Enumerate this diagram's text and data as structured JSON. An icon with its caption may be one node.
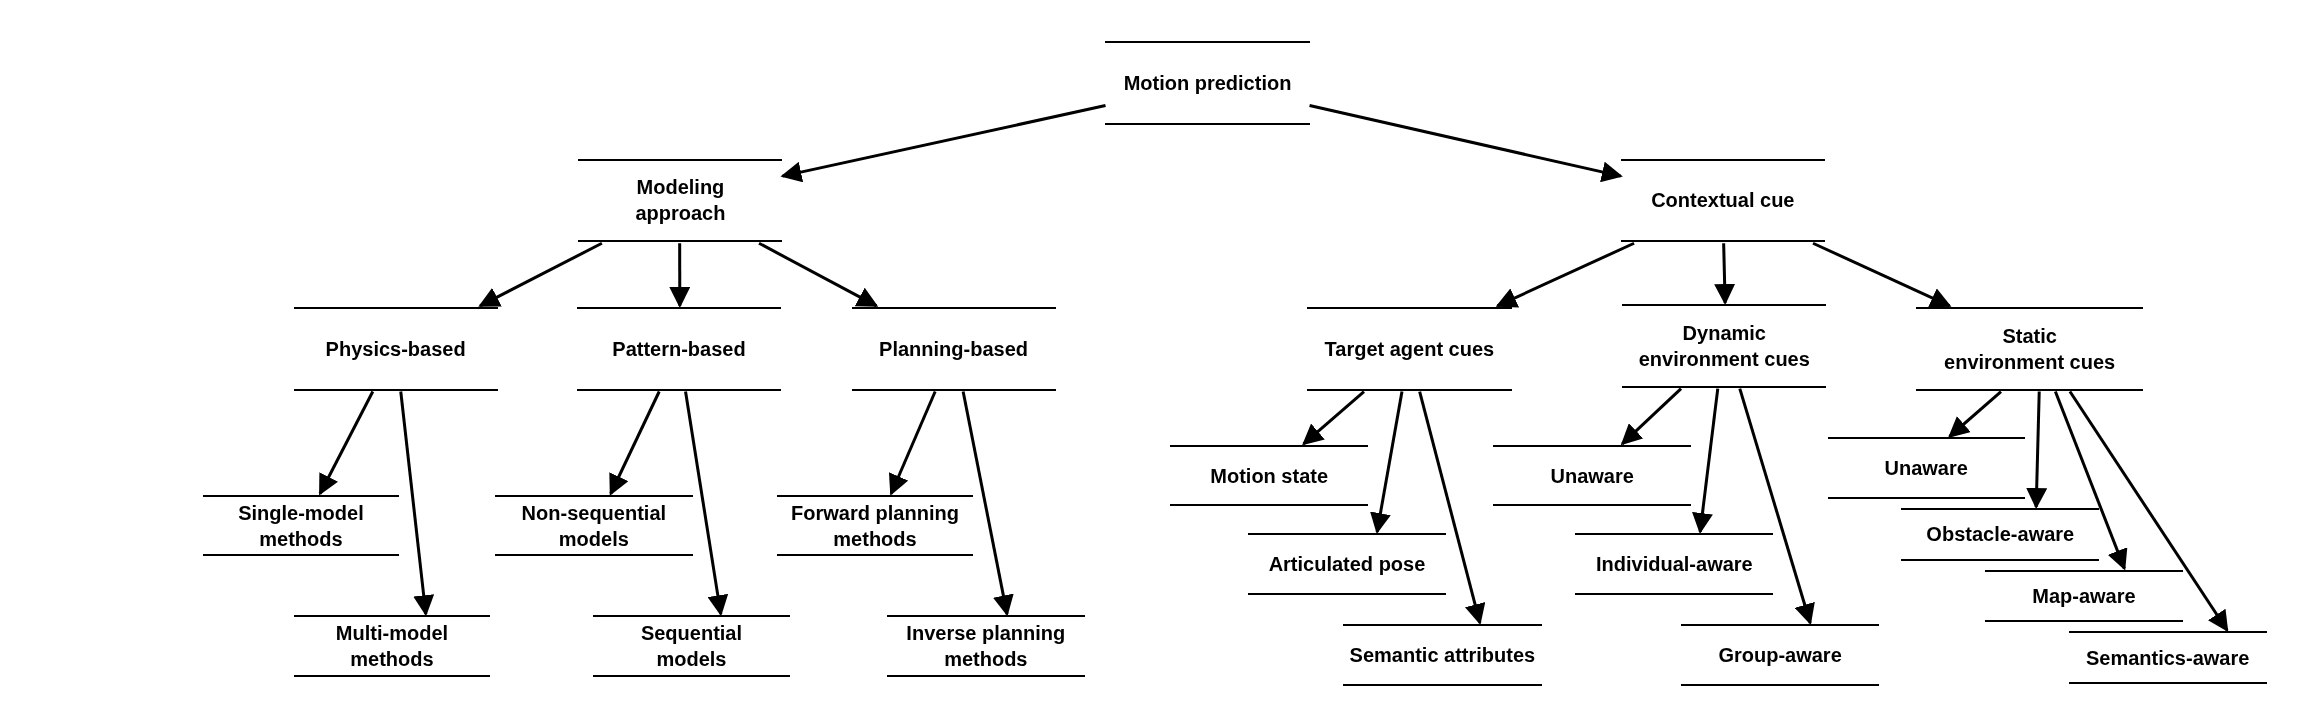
{
  "diagram": {
    "nodes": [
      {
        "text": [
          "Motion prediction"
        ]
      },
      {
        "text": [
          "Modeling approach"
        ]
      },
      {
        "text": [
          "Contextual cue"
        ]
      },
      {
        "text": [
          "Physics-based"
        ]
      },
      {
        "text": [
          "Pattern-based"
        ]
      },
      {
        "text": [
          "Planning-based"
        ]
      },
      {
        "text": [
          "Target agent cues"
        ]
      },
      {
        "text": [
          "Dynamic environment cues"
        ]
      },
      {
        "text": [
          "Static environment cues"
        ]
      },
      {
        "text": [
          "Single-model methods"
        ]
      },
      {
        "text": [
          "Multi-model methods"
        ]
      },
      {
        "text": [
          "Non-sequential models"
        ]
      },
      {
        "text": [
          "Sequential models"
        ]
      },
      {
        "text": [
          "Forward planning methods"
        ]
      },
      {
        "text": [
          "Inverse planning methods"
        ]
      },
      {
        "text": [
          "Motion state"
        ]
      },
      {
        "text": [
          "Articulated pose"
        ]
      },
      {
        "text": [
          "Semantic attributes"
        ]
      },
      {
        "text": [
          "Unaware"
        ]
      },
      {
        "text": [
          "Individual-aware"
        ]
      },
      {
        "text": [
          "Group-aware"
        ]
      },
      {
        "text": [
          "Unaware"
        ]
      },
      {
        "text": [
          "Obstacle-aware"
        ]
      },
      {
        "text": [
          "Map-aware"
        ]
      },
      {
        "text": [
          "Semantics-aware"
        ]
      }
    ],
    "edges": [
      {
        "from": 0,
        "to": 1,
        "arrow": "to"
      },
      {
        "from": 0,
        "to": 2,
        "arrow": "to"
      },
      {
        "from": 1,
        "to": 3,
        "arrow": "to"
      },
      {
        "from": 1,
        "to": 4,
        "arrow": "to"
      },
      {
        "from": 1,
        "to": 5,
        "arrow": "to"
      },
      {
        "from": 2,
        "to": 6,
        "arrow": "to"
      },
      {
        "from": 2,
        "to": 7,
        "arrow": "to"
      },
      {
        "from": 2,
        "to": 8,
        "arrow": "to"
      },
      {
        "from": 3,
        "to": 9,
        "arrow": "to"
      },
      {
        "from": 3,
        "to": 10,
        "arrow": "to"
      },
      {
        "from": 4,
        "to": 11,
        "arrow": "to"
      },
      {
        "from": 4,
        "to": 12,
        "arrow": "to"
      },
      {
        "from": 5,
        "to": 13,
        "arrow": "to"
      },
      {
        "from": 5,
        "to": 14,
        "arrow": "to"
      },
      {
        "from": 6,
        "to": 15,
        "arrow": "to"
      },
      {
        "from": 6,
        "to": 16,
        "arrow": "to"
      },
      {
        "from": 6,
        "to": 17,
        "arrow": "to"
      },
      {
        "from": 7,
        "to": 18,
        "arrow": "to"
      },
      {
        "from": 7,
        "to": 19,
        "arrow": "to"
      },
      {
        "from": 7,
        "to": 20,
        "arrow": "to"
      },
      {
        "from": 8,
        "to": 21,
        "arrow": "to"
      },
      {
        "from": 8,
        "to": 22,
        "arrow": "to"
      },
      {
        "from": 8,
        "to": 23,
        "arrow": "to"
      },
      {
        "from": 8,
        "to": 24,
        "arrow": "to"
      }
    ]
  }
}
